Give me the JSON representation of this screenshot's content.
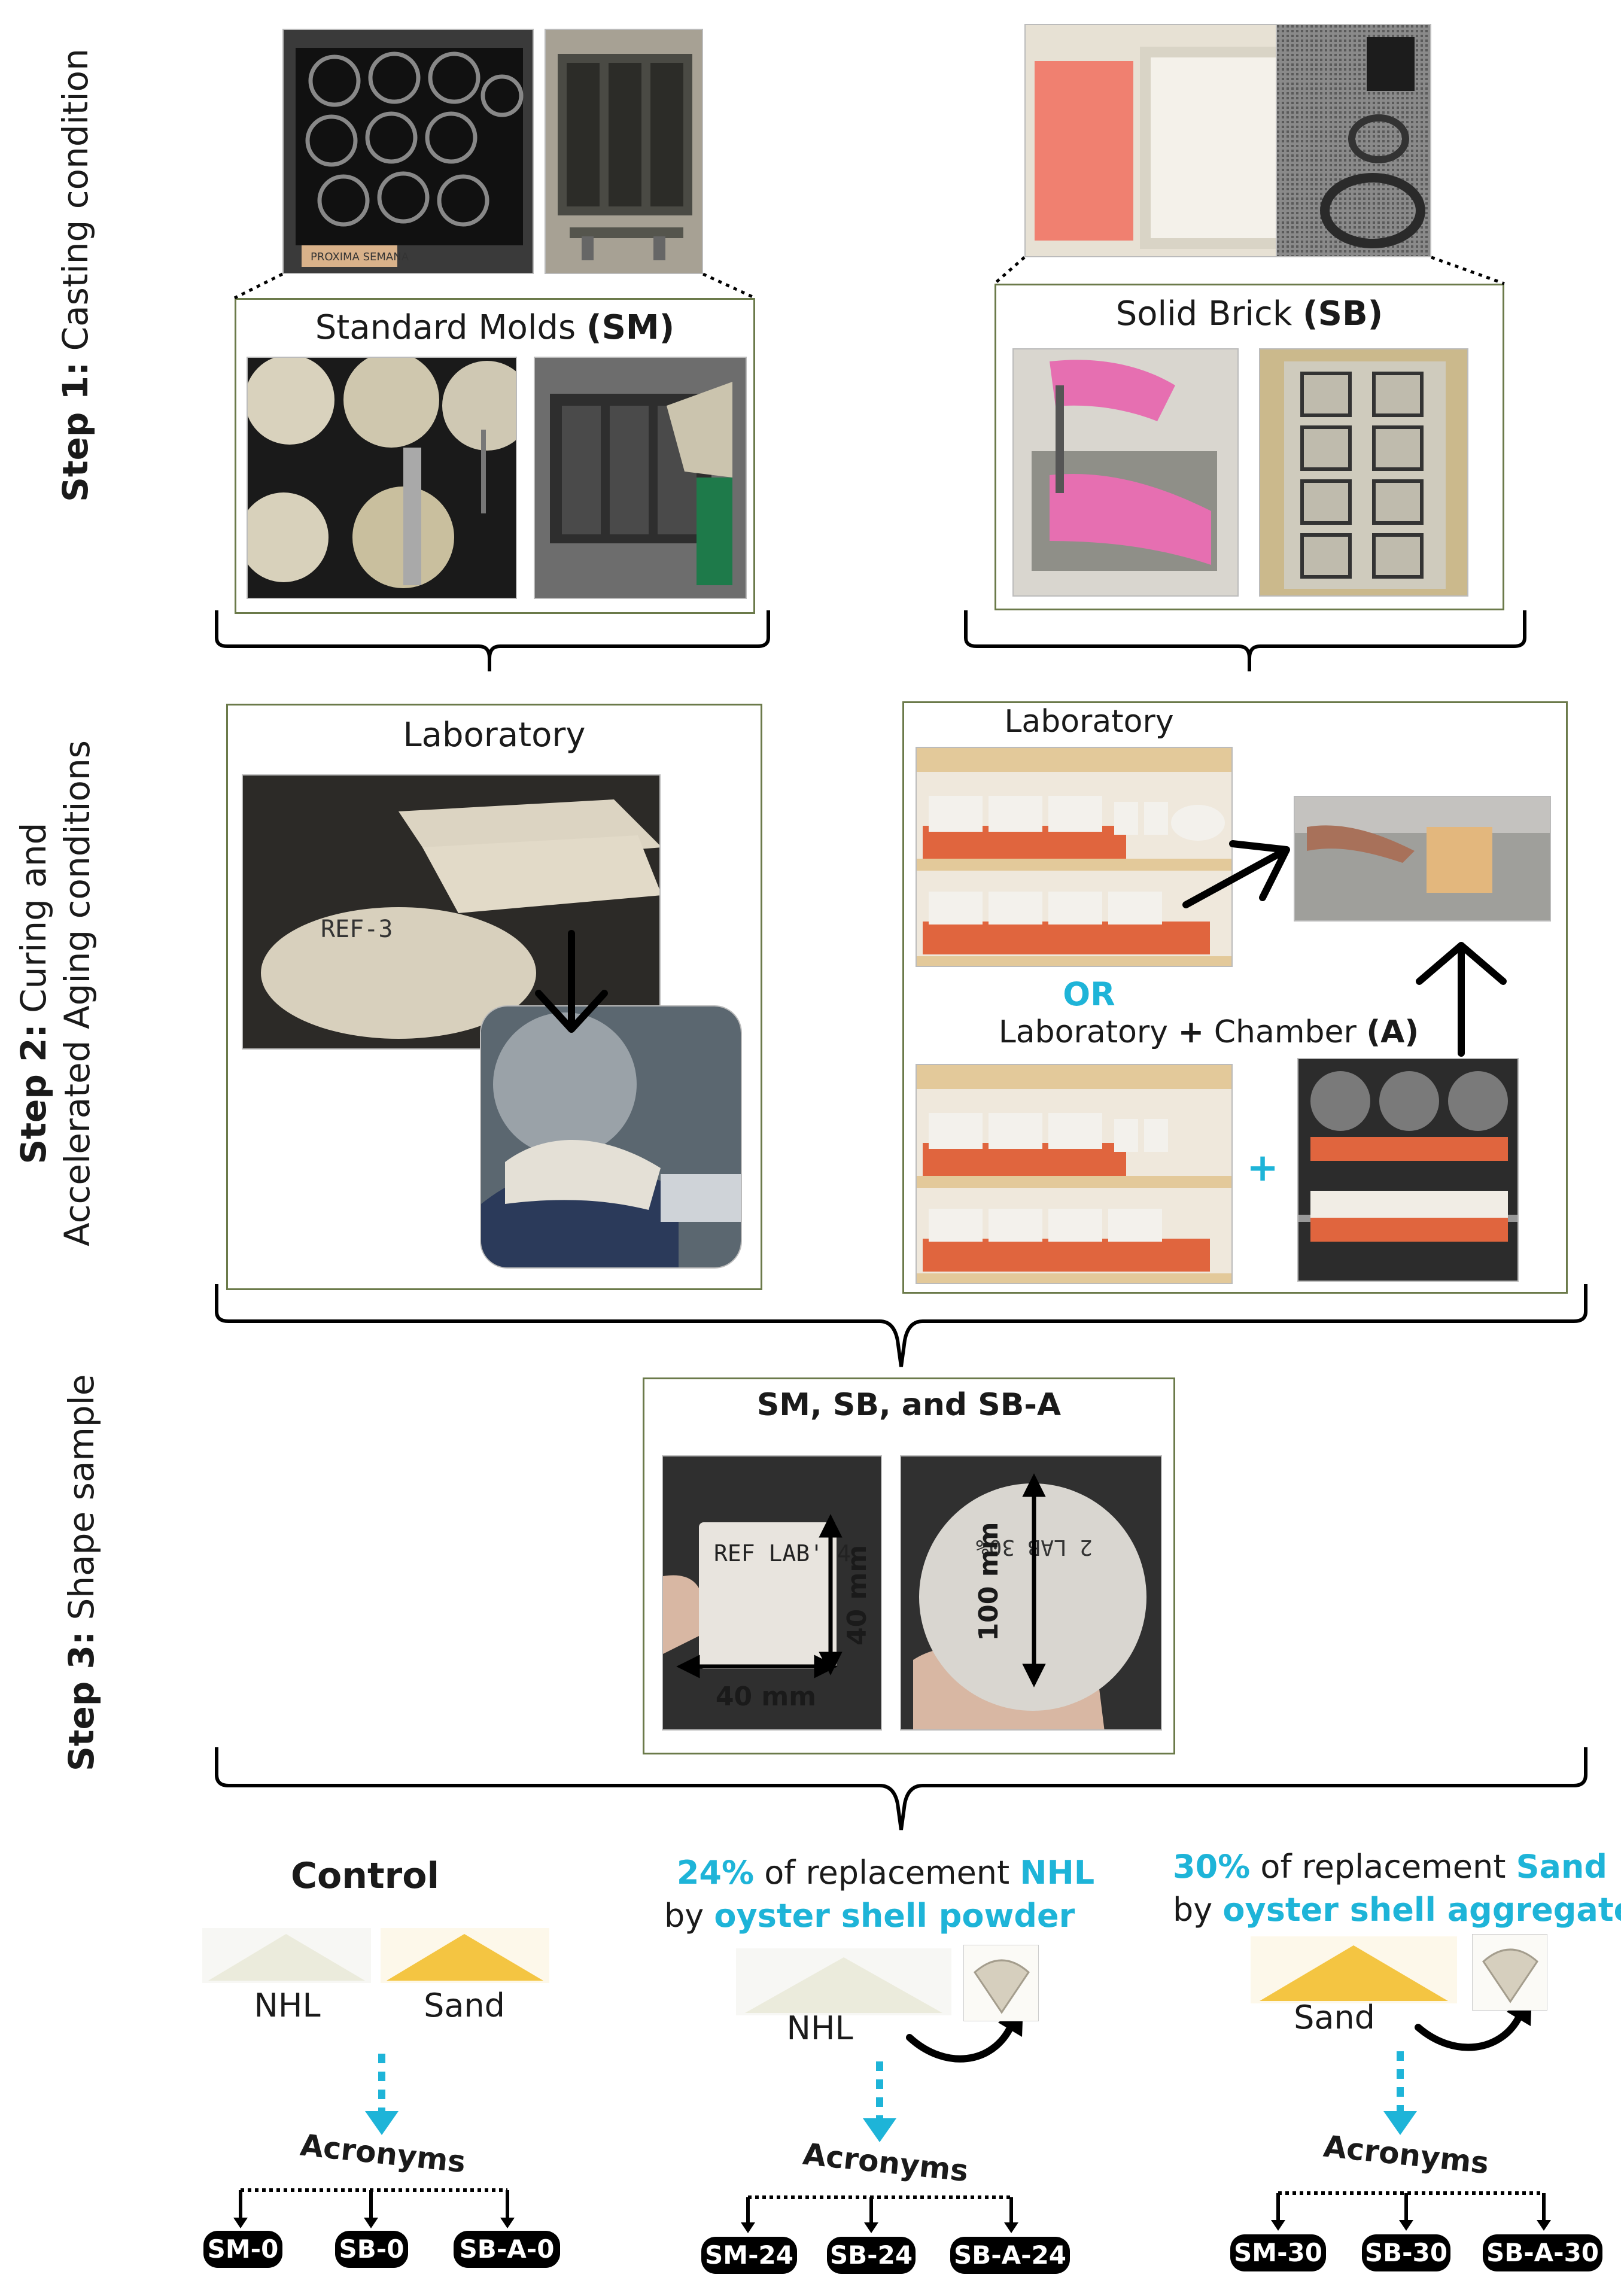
{
  "steps": {
    "step1": {
      "prefix": "Step 1:",
      "text": "Casting condition"
    },
    "step2": {
      "prefix": "Step 2:",
      "text": "Curing and",
      "text2": "Accelerated Aging conditions"
    },
    "step3": {
      "prefix": "Step 3:",
      "text": "Shape sample"
    }
  },
  "step1_panels": {
    "sm": {
      "title": "Standard Molds ",
      "code": "(SM)",
      "mold_label": "PROXIMA SEMANA"
    },
    "sb": {
      "title": "Solid Brick ",
      "code": "(SB)"
    }
  },
  "step2_panels": {
    "left": {
      "title": "Laboratory",
      "sample_label": "REF-3"
    },
    "right": {
      "title": "Laboratory",
      "or": "OR",
      "title2": "Laboratory ",
      "plus": "+",
      "chamber": " Chamber ",
      "code": "(A)",
      "plus_sign": "+"
    }
  },
  "step3_panel": {
    "title": "SM,  SB, and SB-A",
    "dim_side_h": "40 mm",
    "dim_side_w": "40 mm",
    "dim_diam": "100 mm",
    "cube_text": "REF LAB' 4",
    "disc_text": "2 LAB 30%"
  },
  "groups": {
    "control": {
      "title": "Control",
      "mat1": "NHL",
      "mat2": "Sand",
      "acronyms": "Acronyms",
      "codes": [
        "SM-0",
        "SB-0",
        "SB-A-0"
      ]
    },
    "g24": {
      "pct": "24%",
      "mid": " of replacement ",
      "target": "NHL",
      "by": "by ",
      "agent": "oyster shell powder",
      "mat": "NHL",
      "acronyms": "Acronyms",
      "codes": [
        "SM-24",
        "SB-24",
        "SB-A-24"
      ]
    },
    "g30": {
      "pct": "30%",
      "mid": " of replacement ",
      "target": "Sand",
      "by": "by ",
      "agent": "oyster shell aggregate",
      "mat": "Sand",
      "acronyms": "Acronyms",
      "codes": [
        "SM-30",
        "SB-30",
        "SB-A-30"
      ]
    }
  },
  "colors": {
    "accent": "#1eb4d8",
    "frame": "#6b7a4a",
    "chip": "#000000"
  }
}
